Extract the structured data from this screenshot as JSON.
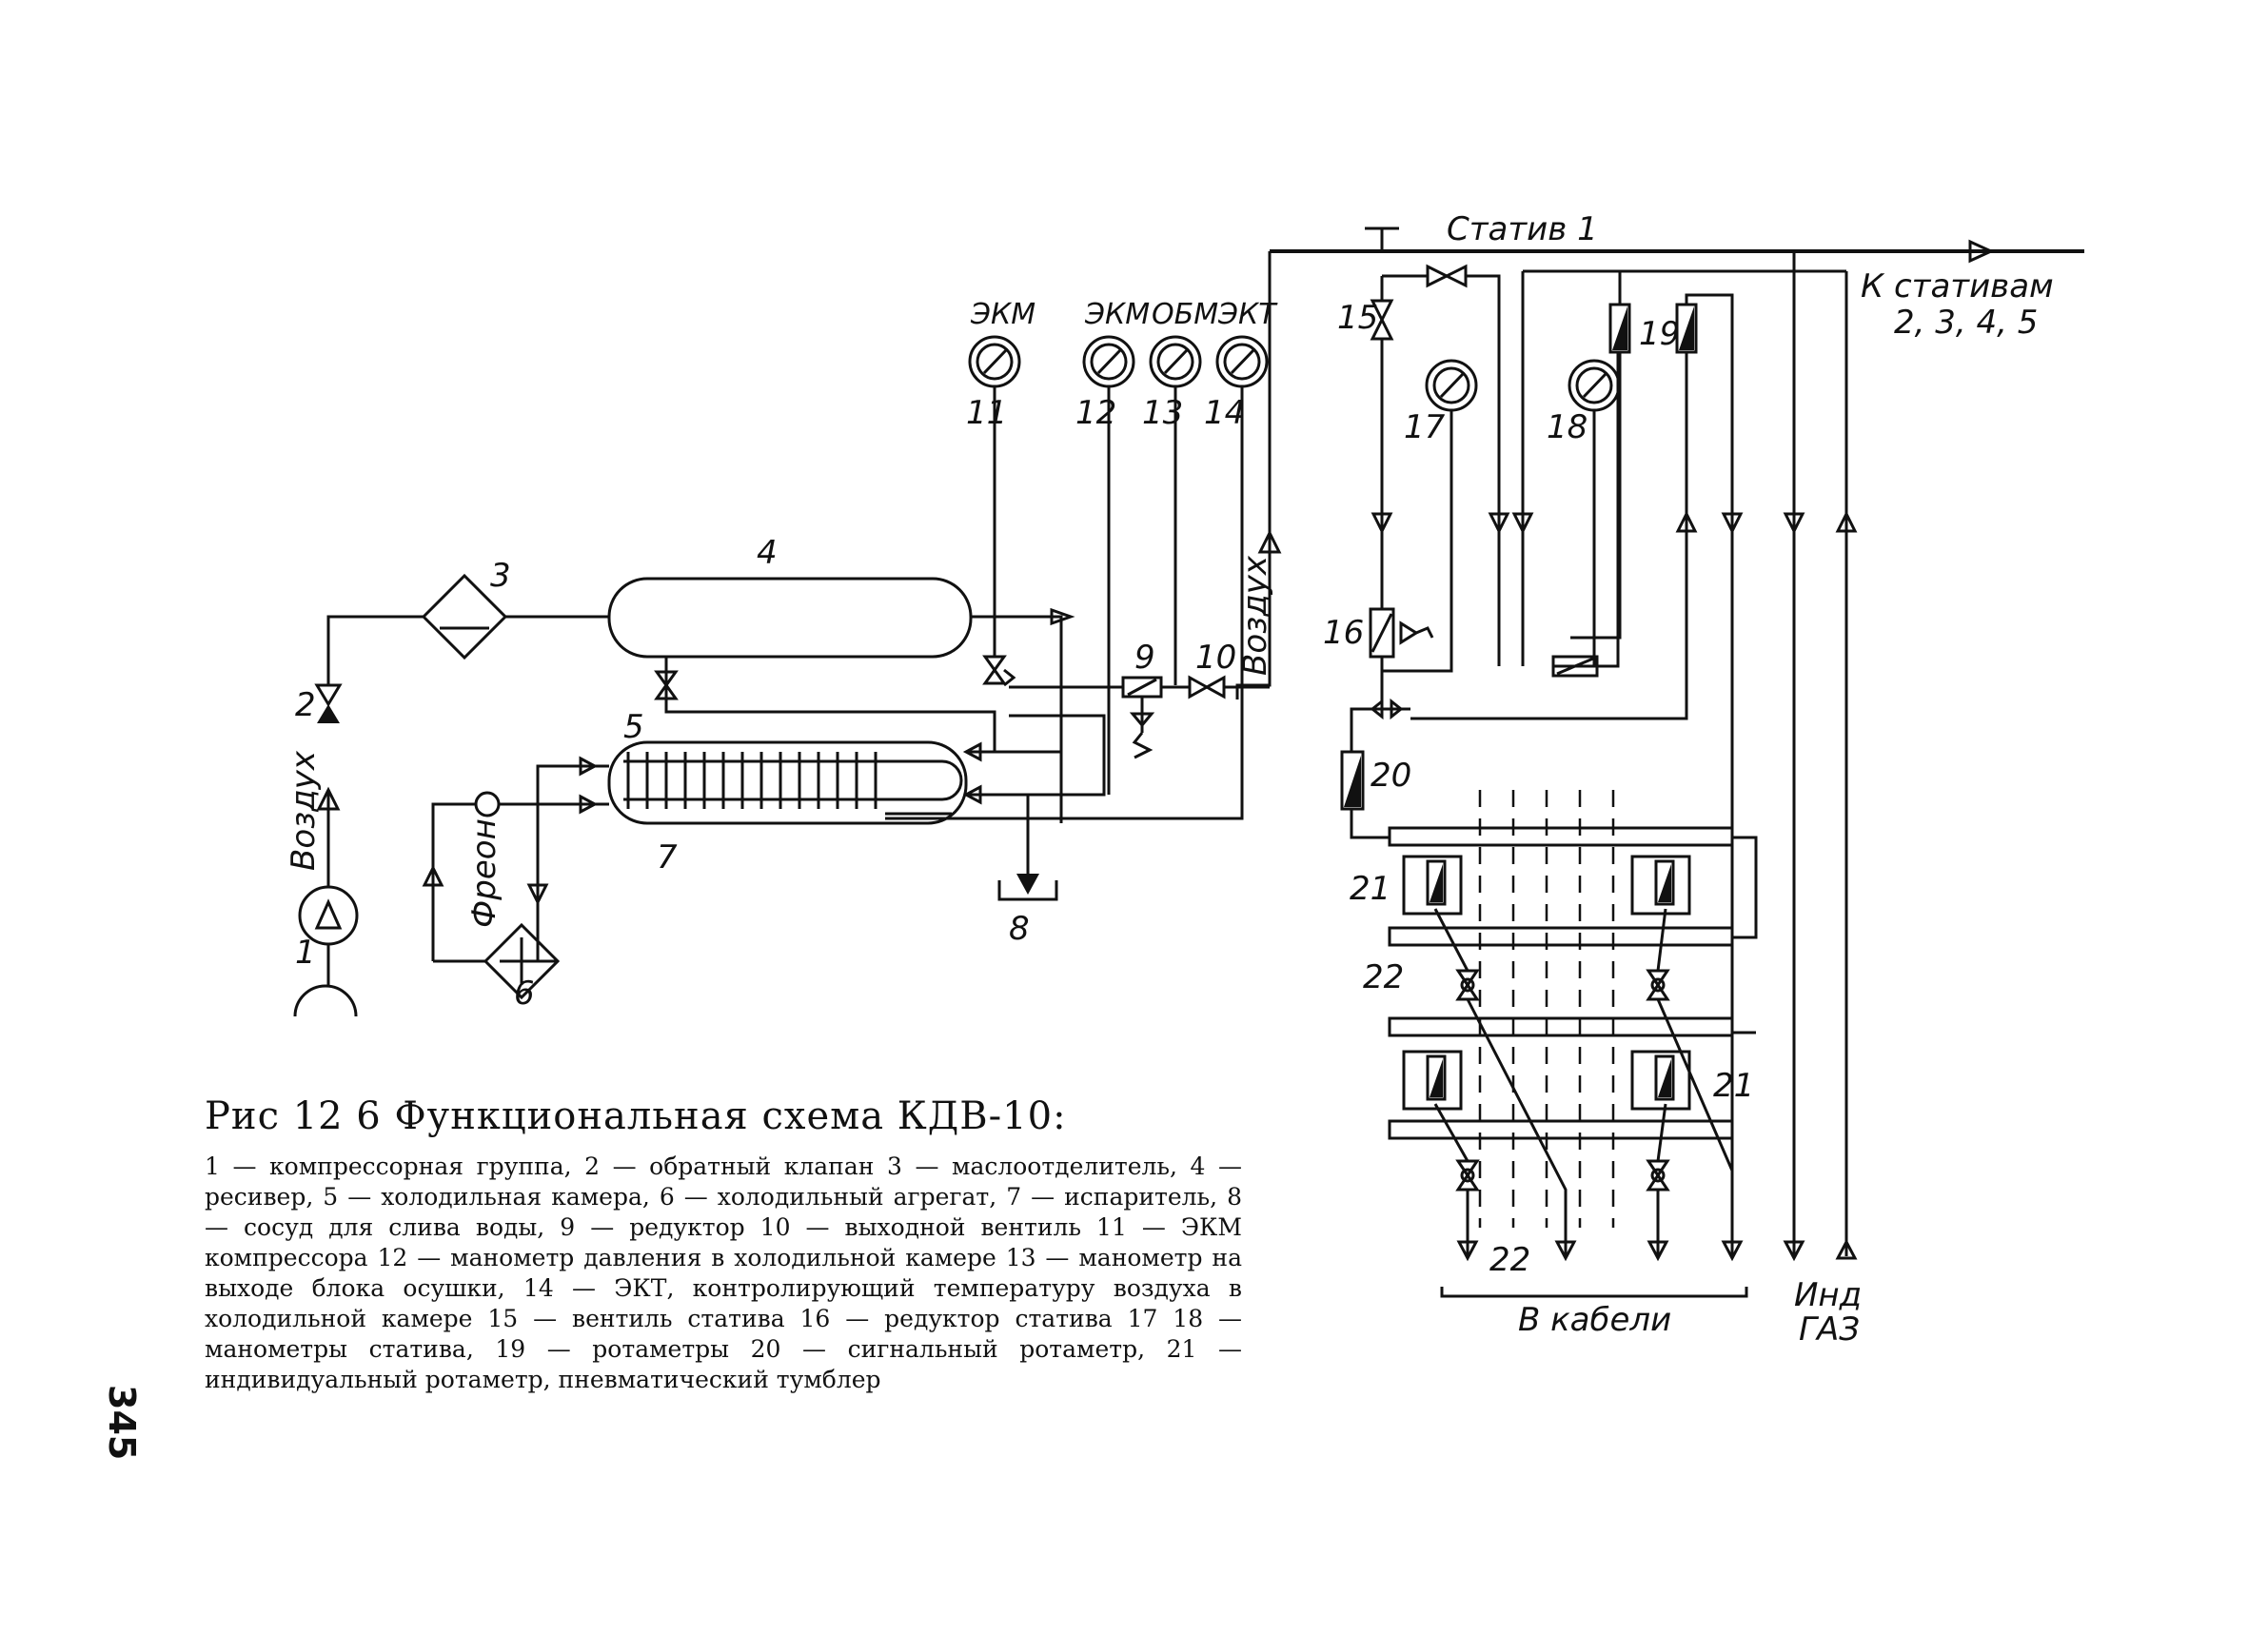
{
  "labels": {
    "stativ": "Статив 1",
    "k_stativam_1": "К стативам",
    "k_stativam_2": "2, 3, 4, 5",
    "vozdukh_left": "Воздух",
    "vozdukh_right": "Воздух",
    "freon": "Фреон",
    "v_kabeli": "В кабели",
    "ind": "Инд",
    "gaz": "ГАЗ",
    "ekm_11": "ЭКМ",
    "ekm_12": "ЭКМ",
    "obm_13": "ОБМ",
    "ekt_14": "ЭКТ"
  },
  "numbers": {
    "n1": "1",
    "n2": "2",
    "n3": "3",
    "n4": "4",
    "n5": "5",
    "n6": "6",
    "n7": "7",
    "n8": "8",
    "n9": "9",
    "n10": "10",
    "n11": "11",
    "n12": "12",
    "n13": "13",
    "n14": "14",
    "n15": "15",
    "n16": "16",
    "n17": "17",
    "n18": "18",
    "n19": "19",
    "n20": "20",
    "n21a": "21",
    "n21b": "21",
    "n22a": "22",
    "n22b": "22"
  },
  "caption": {
    "title": "Рис 12 6 Функциональная схема КДВ-10:",
    "body": "1 — компрессорная группа, 2 — обратный клапан 3 — маслоотделитель, 4 — ресивер, 5 — холодильная камера, 6 — холодильный агрегат, 7 — испаритель, 8 — сосуд для слива воды, 9 — редуктор 10 — выходной вентиль 11 — ЭКМ компрессора 12 — манометр давления в холодильной камере 13 — манометр на выходе блока осушки, 14 — ЭКТ, контролирующий температуру воздуха в холодильной камере 15 — вентиль статива 16 — редуктор статива 17 18 — манометры статива, 19 — ротаметры 20 — сигнальный ротаметр, 21 — индивидуальный ротаметр, пневматический тумблер"
  },
  "page_number": "345"
}
